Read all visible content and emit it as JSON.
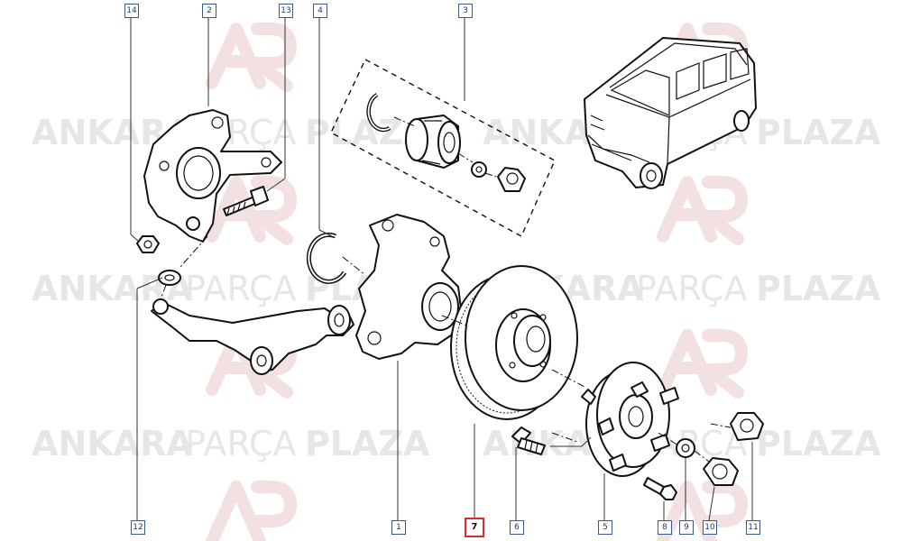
{
  "watermark": {
    "word1": "ANKARA",
    "word2": "PARÇA",
    "word3": "PLAZA",
    "logo_text": "AP"
  },
  "callouts": {
    "c14": "14",
    "c2": "2",
    "c13": "13",
    "c4": "4",
    "c3": "3",
    "c12": "12",
    "c1": "1",
    "c7": "7",
    "c6": "6",
    "c5": "5",
    "c8": "8",
    "c9": "9",
    "c10": "10",
    "c11": "11"
  },
  "highlight_color": "#e0282e",
  "callout_color": "#1e3a6e"
}
